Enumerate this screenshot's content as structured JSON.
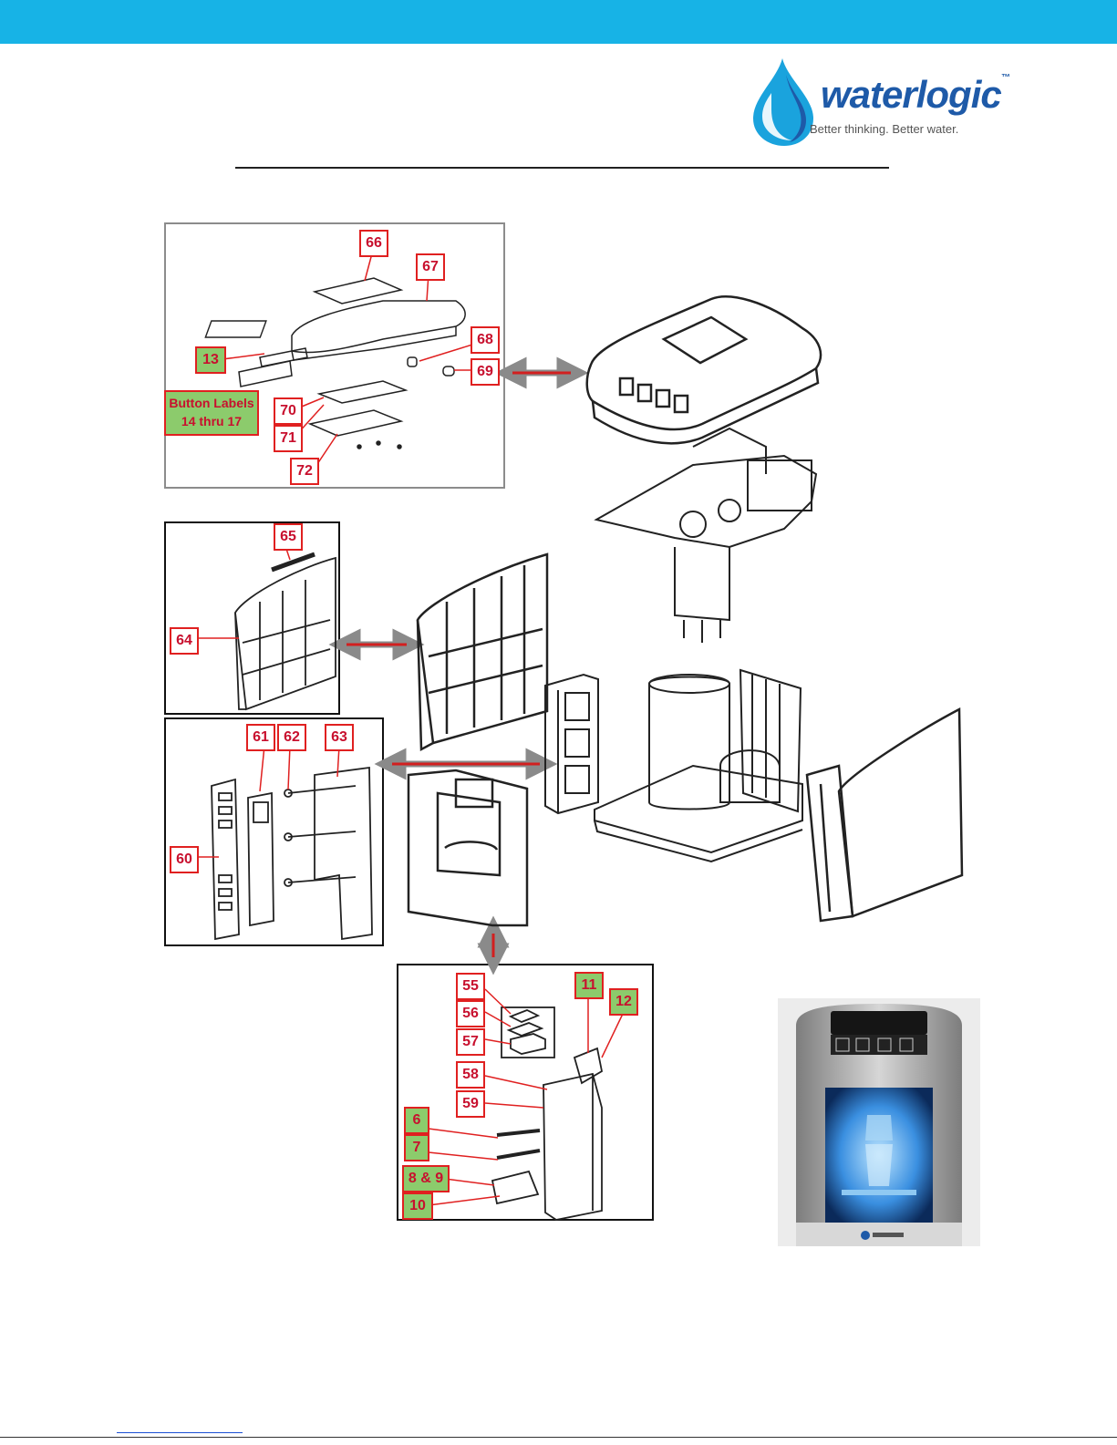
{
  "brand": {
    "name": "waterlogic",
    "trademark": "™",
    "tagline": "Better thinking. Better water.",
    "colors": {
      "accent": "#17b3e6",
      "brand_blue": "#1e5aa8",
      "label_red": "#e02020",
      "label_green": "#8ccb6c"
    }
  },
  "diagram": {
    "part_labels": [
      {
        "id": "66",
        "style": "white"
      },
      {
        "id": "67",
        "style": "white"
      },
      {
        "id": "13",
        "style": "green"
      },
      {
        "id": "68",
        "style": "white"
      },
      {
        "id": "69",
        "style": "white"
      },
      {
        "id": "70",
        "style": "white"
      },
      {
        "id": "71",
        "style": "white"
      },
      {
        "id": "72",
        "style": "white"
      },
      {
        "id": "65",
        "style": "white"
      },
      {
        "id": "64",
        "style": "white"
      },
      {
        "id": "61",
        "style": "white"
      },
      {
        "id": "62",
        "style": "white"
      },
      {
        "id": "63",
        "style": "white"
      },
      {
        "id": "60",
        "style": "white"
      },
      {
        "id": "55",
        "style": "white"
      },
      {
        "id": "56",
        "style": "white"
      },
      {
        "id": "57",
        "style": "white"
      },
      {
        "id": "58",
        "style": "white"
      },
      {
        "id": "59",
        "style": "white"
      },
      {
        "id": "11",
        "style": "green"
      },
      {
        "id": "12",
        "style": "green"
      },
      {
        "id": "6",
        "style": "green"
      },
      {
        "id": "7",
        "style": "green"
      },
      {
        "id": "8 & 9",
        "style": "green"
      },
      {
        "id": "10",
        "style": "green"
      }
    ],
    "button_labels": {
      "line1": "Button Labels",
      "line2": "14 thru 17"
    }
  }
}
